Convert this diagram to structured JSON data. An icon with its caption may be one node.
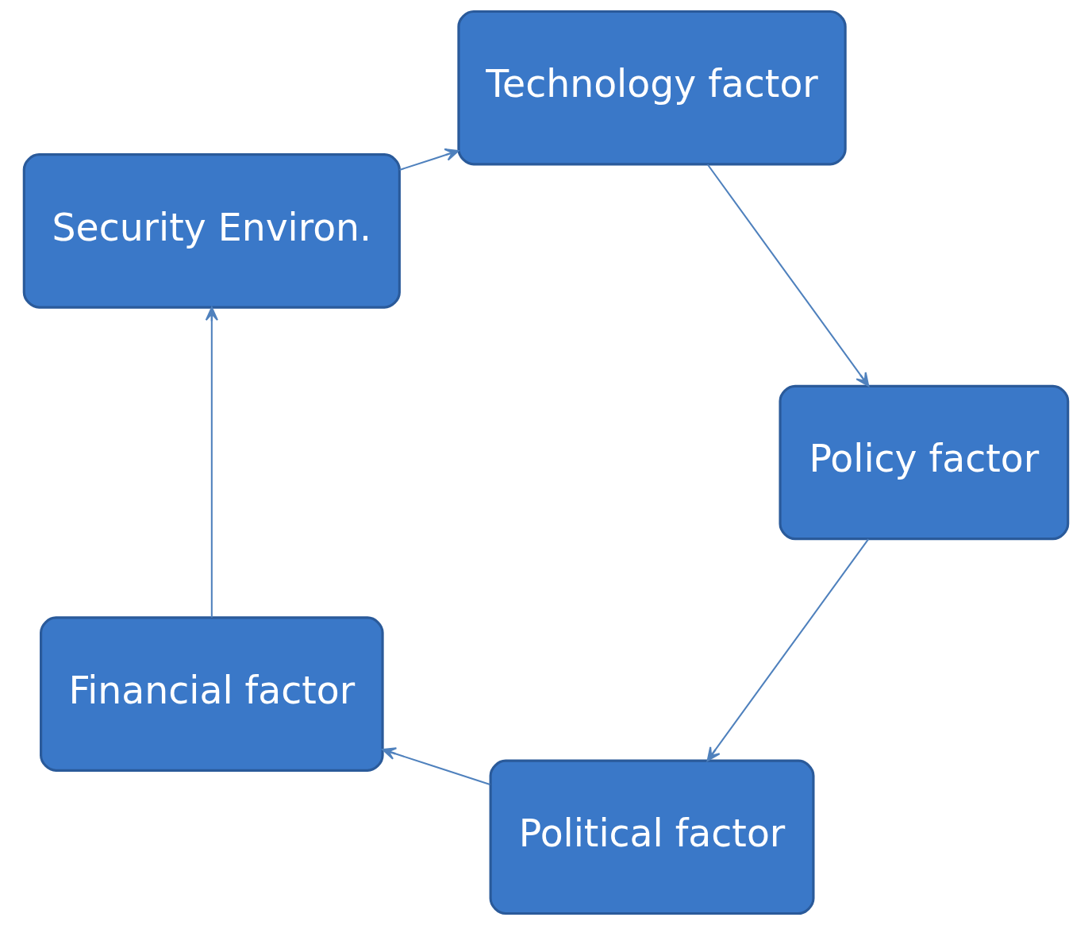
{
  "diagram": {
    "nodes": [
      {
        "text": [
          "Political factor"
        ]
      },
      {
        "text": [
          "Financial factor"
        ]
      },
      {
        "text": [
          "Security Environ."
        ]
      },
      {
        "text": [
          "Technology factor"
        ]
      },
      {
        "text": [
          "Policy factor"
        ]
      }
    ],
    "edges": [
      {
        "from": 0,
        "to": 1,
        "arrow": "to"
      },
      {
        "from": 1,
        "to": 2,
        "arrow": "to"
      },
      {
        "from": 2,
        "to": 3,
        "arrow": "to"
      },
      {
        "from": 3,
        "to": 4,
        "arrow": "to"
      },
      {
        "from": 4,
        "to": 0,
        "arrow": "to"
      }
    ]
  }
}
